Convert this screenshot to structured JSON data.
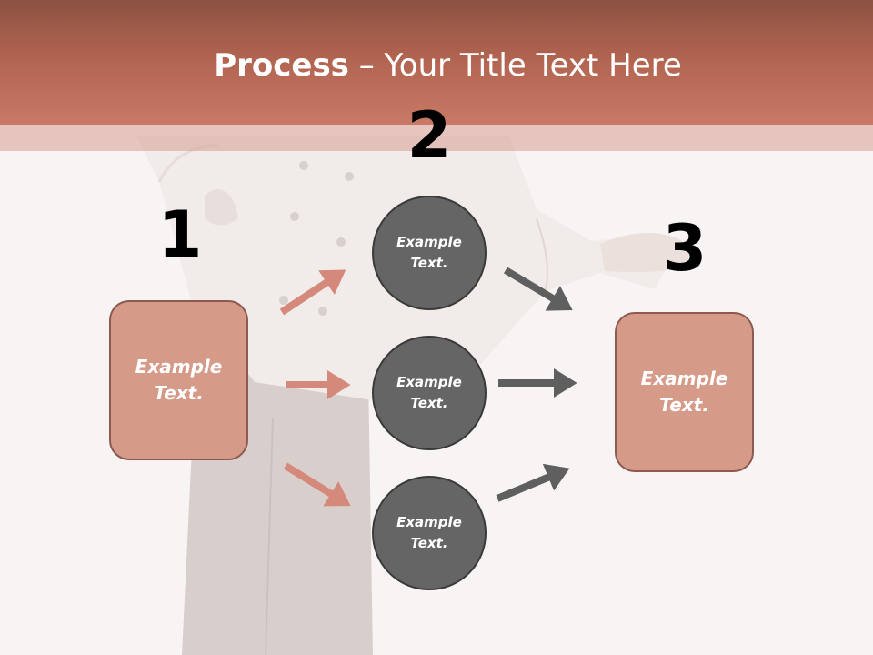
{
  "slide": {
    "title_bold": "Process",
    "title_rest": " – Your Title Text Here"
  },
  "steps": {
    "step1": "1",
    "step2": "2",
    "step3": "3"
  },
  "nodes": {
    "left_box": "Example Text.",
    "circle_top": "Example Text.",
    "circle_middle": "Example Text.",
    "circle_bottom": "Example Text.",
    "right_box": "Example Text."
  },
  "colors": {
    "header": "#c97a66",
    "box_fill": "#d69a89",
    "circle_fill": "#656565",
    "arrow_left": "#d4897a",
    "arrow_right": "#5f5f5f"
  }
}
